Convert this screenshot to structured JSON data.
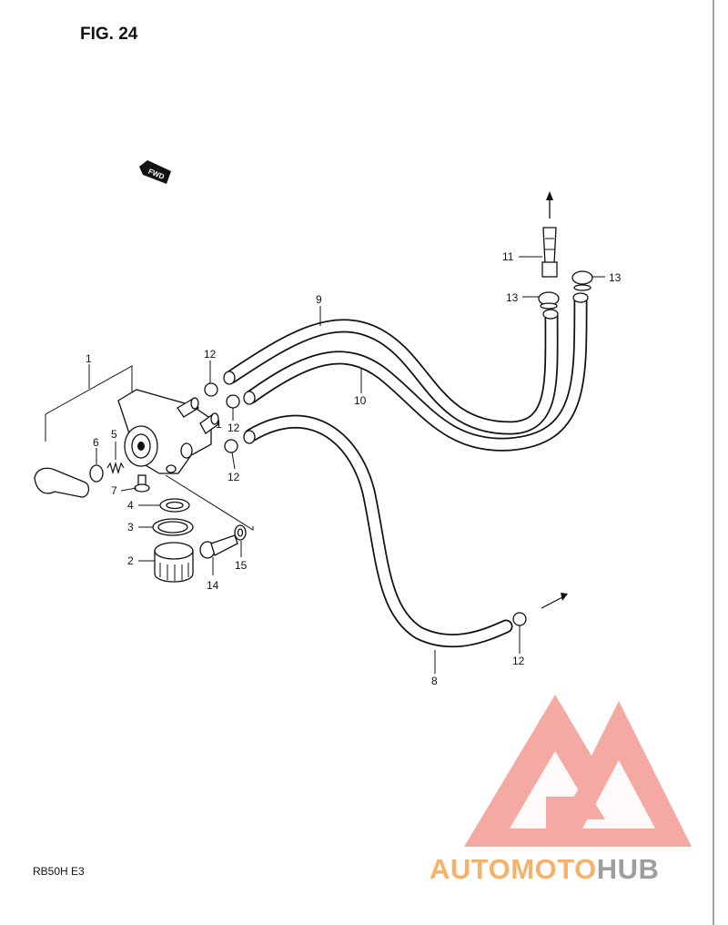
{
  "figure": {
    "title": "FIG. 24",
    "model": "RB50H  E3",
    "fwd_label": "FWD"
  },
  "callouts": [
    "1",
    "2",
    "3",
    "4",
    "5",
    "6",
    "7",
    "8",
    "9",
    "10",
    "11",
    "12",
    "13",
    "14",
    "15"
  ],
  "watermark": {
    "brand_orange": "AUTOMOTO",
    "brand_gray": "HUB",
    "colors": {
      "triangle": "#f4a09a",
      "orange": "#f6b26b",
      "gray": "#9e9e9e"
    }
  }
}
